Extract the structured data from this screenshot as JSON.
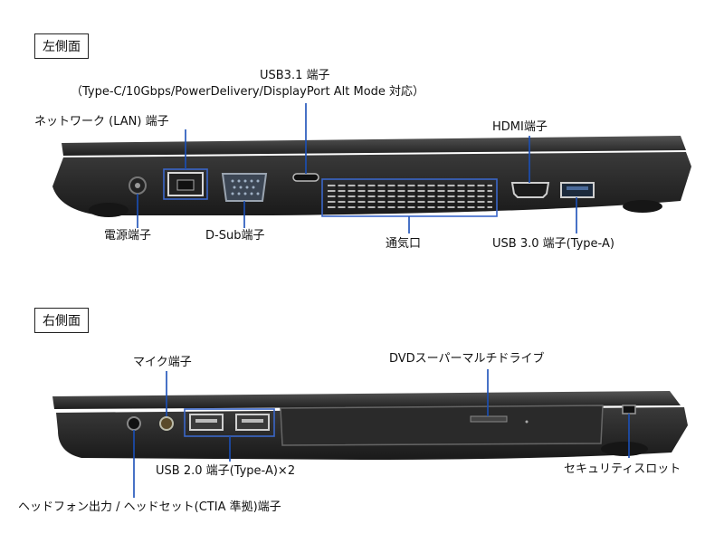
{
  "left": {
    "section_title": "左側面",
    "labels": {
      "usb31_line1": "USB3.1 端子",
      "usb31_line2": "（Type-C/10Gbps/PowerDelivery/DisplayPort Alt Mode 対応）",
      "lan": "ネットワーク (LAN) 端子",
      "hdmi": "HDMI端子",
      "power": "電源端子",
      "dsub": "D-Sub端子",
      "vent": "通気口",
      "usb30": "USB 3.0 端子(Type-A)"
    }
  },
  "right": {
    "section_title": "右側面",
    "labels": {
      "mic": "マイク端子",
      "dvd": "DVDスーパーマルチドライブ",
      "usb20": "USB 2.0 端子(Type-A)×2",
      "security": "セキュリティスロット",
      "headphone": "ヘッドフォン出力 / ヘッドセット(CTIA 準拠)端子"
    }
  },
  "colors": {
    "leader": "#1a4fb8",
    "highlight": "#3a66c8",
    "chassis": "#2c2c2c"
  }
}
